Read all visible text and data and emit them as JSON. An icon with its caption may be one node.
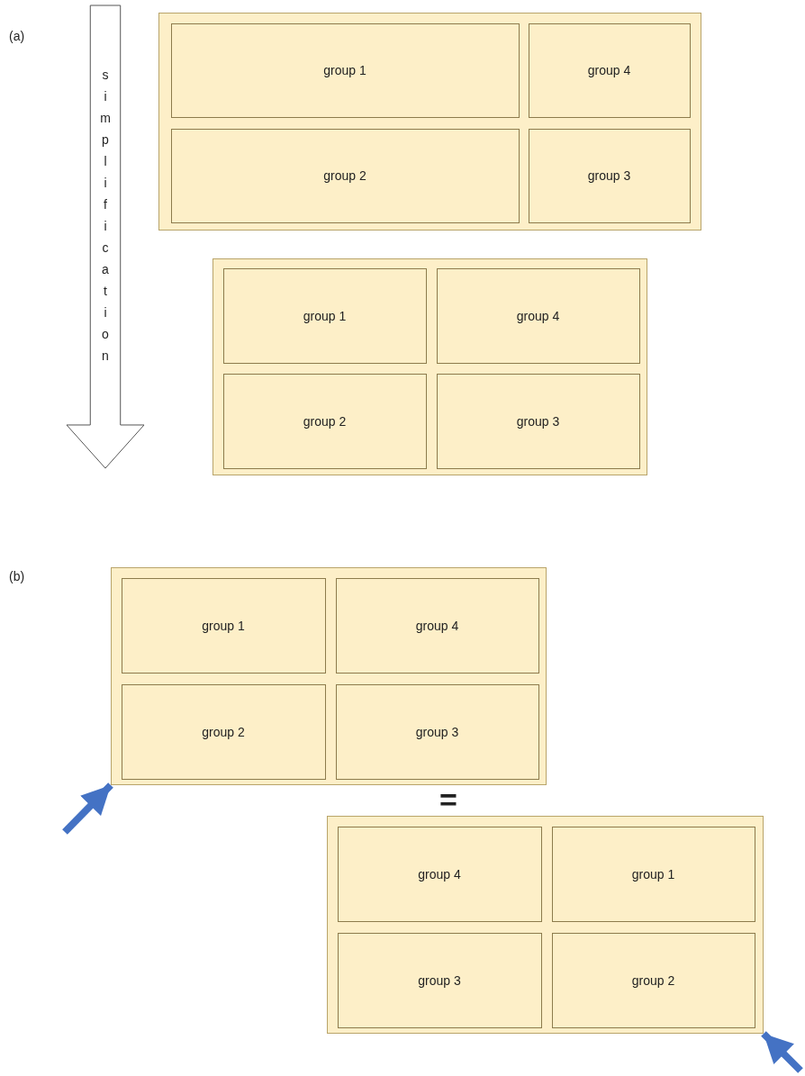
{
  "diagram": {
    "nodes": [
      {
        "text": [
          "simplification"
        ]
      },
      {
        "text": [],
        "shape": "box"
      },
      {
        "text": [
          "group 1"
        ],
        "in": 1
      },
      {
        "text": [
          "group 4"
        ],
        "in": 1
      },
      {
        "text": [
          "group 2"
        ],
        "in": 1
      },
      {
        "text": [
          "group 3"
        ],
        "in": 1
      },
      {
        "text": [],
        "shape": "box"
      },
      {
        "text": [
          "group 1"
        ],
        "in": 6
      },
      {
        "text": [
          "group 4"
        ],
        "in": 6
      },
      {
        "text": [
          "group 2"
        ],
        "in": 6
      },
      {
        "text": [
          "group 3"
        ],
        "in": 6
      },
      {
        "text": [],
        "shape": "box"
      },
      {
        "text": [
          "group 1"
        ],
        "in": 11
      },
      {
        "text": [
          "group 4"
        ],
        "in": 11
      },
      {
        "text": [
          "group 2"
        ],
        "in": 11
      },
      {
        "text": [
          "group 3"
        ],
        "in": 11
      },
      {
        "text": [],
        "shape": "box"
      },
      {
        "text": [
          "group 4"
        ],
        "in": 16
      },
      {
        "text": [
          "group 1"
        ],
        "in": 16
      },
      {
        "text": [
          "group 3"
        ],
        "in": 16
      },
      {
        "text": [
          "group 2"
        ],
        "in": 16
      }
    ],
    "edges": [
      {
        "from": null,
        "to": 11,
        "arrow": "to"
      },
      {
        "from": null,
        "to": 16,
        "arrow": "to"
      }
    ],
    "labels": [
      "(a)",
      "(b)",
      "="
    ]
  }
}
